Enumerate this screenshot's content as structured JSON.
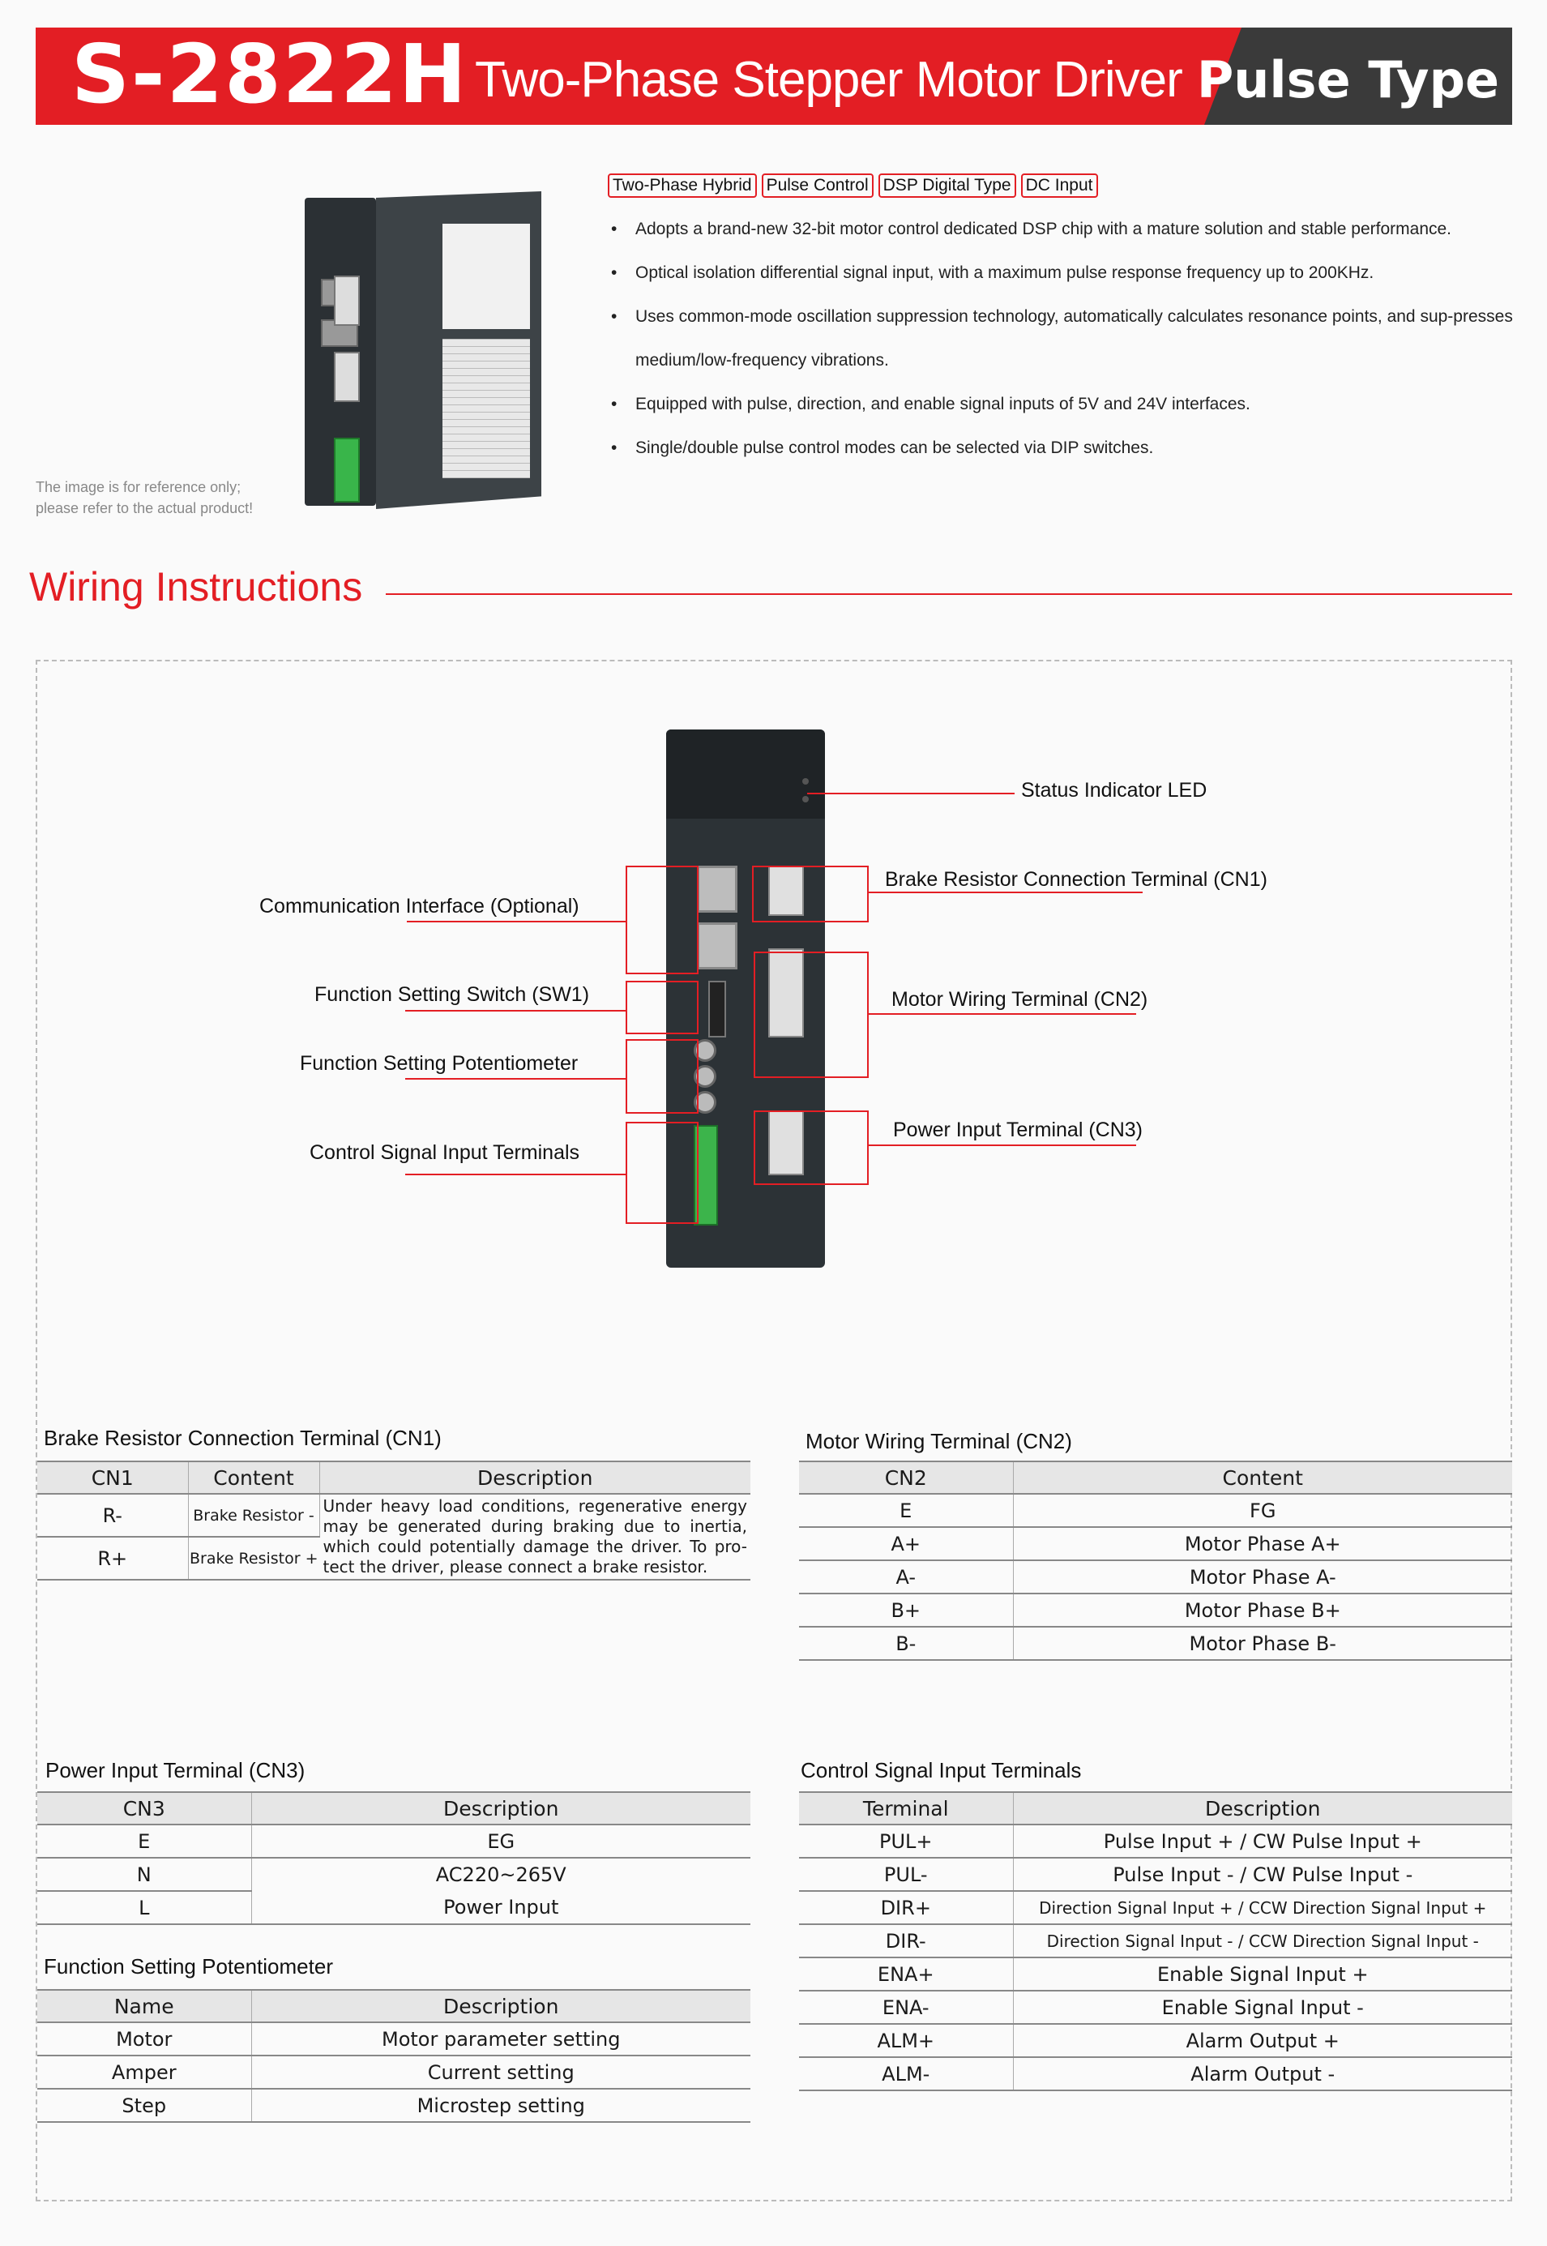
{
  "header": {
    "model": "S-2822H",
    "subtitle": "Two-Phase Stepper Motor Driver",
    "badge": "Pulse Type"
  },
  "product": {
    "note_line1": "The image is for reference only;",
    "note_line2": "please refer to the actual product!"
  },
  "tags": [
    "Two-Phase Hybrid",
    "Pulse Control",
    "DSP Digital Type",
    "DC Input"
  ],
  "features": [
    "Adopts a brand-new 32-bit motor control dedicated DSP chip with a mature solution and stable performance.",
    "Optical isolation differential signal input, with a maximum pulse response frequency up to 200KHz.",
    "Uses common-mode oscillation suppression technology, automatically calculates resonance points, and sup-presses medium/low-frequency vibrations.",
    "Equipped with pulse, direction, and enable signal inputs of 5V and 24V interfaces.",
    "Single/double pulse control modes can be selected via DIP switches."
  ],
  "wiring": {
    "title": "Wiring Instructions",
    "callouts": {
      "status_led": "Status Indicator LED",
      "comm": "Communication Interface (Optional)",
      "brake": "Brake Resistor Connection Terminal (CN1)",
      "sw1": "Function Setting Switch (SW1)",
      "motor": "Motor Wiring Terminal (CN2)",
      "pot": "Function Setting Potentiometer",
      "power": "Power Input Terminal (CN3)",
      "control": "Control Signal Input Terminals"
    }
  },
  "cn1": {
    "title": "Brake Resistor Connection Terminal (CN1)",
    "headers": [
      "CN1",
      "Content",
      "Description"
    ],
    "rows": [
      {
        "pin": "R-",
        "content": "Brake Resistor -"
      },
      {
        "pin": "R+",
        "content": "Brake Resistor +"
      }
    ],
    "description": "Under heavy load conditions, regenerative energy may be generated during braking due to inertia, which could potentially damage the driver. To pro-tect the driver, please connect a brake resistor."
  },
  "cn2": {
    "title": "Motor Wiring Terminal (CN2)",
    "headers": [
      "CN2",
      "Content"
    ],
    "rows": [
      {
        "pin": "E",
        "content": "FG"
      },
      {
        "pin": "A+",
        "content": "Motor Phase A+"
      },
      {
        "pin": "A-",
        "content": "Motor Phase A-"
      },
      {
        "pin": "B+",
        "content": "Motor Phase B+"
      },
      {
        "pin": "B-",
        "content": "Motor Phase B-"
      }
    ]
  },
  "cn3": {
    "title": "Power Input Terminal (CN3)",
    "headers": [
      "CN3",
      "Description"
    ],
    "rows": [
      {
        "pin": "E",
        "desc": "EG"
      },
      {
        "pin": "N",
        "desc": "AC220~265V"
      },
      {
        "pin": "L",
        "desc": "Power Input"
      }
    ]
  },
  "pot": {
    "title": "Function Setting Potentiometer",
    "headers": [
      "Name",
      "Description"
    ],
    "rows": [
      {
        "name": "Motor",
        "desc": "Motor parameter setting"
      },
      {
        "name": "Amper",
        "desc": "Current setting"
      },
      {
        "name": "Step",
        "desc": "Microstep setting"
      }
    ]
  },
  "ctrl": {
    "title": "Control Signal Input Terminals",
    "headers": [
      "Terminal",
      "Description"
    ],
    "rows": [
      {
        "pin": "PUL+",
        "desc": "Pulse Input + / CW Pulse Input +"
      },
      {
        "pin": "PUL-",
        "desc": "Pulse Input - / CW Pulse Input -"
      },
      {
        "pin": "DIR+",
        "desc": "Direction Signal Input + / CCW Direction Signal Input +"
      },
      {
        "pin": "DIR-",
        "desc": "Direction Signal Input - / CCW Direction Signal Input -"
      },
      {
        "pin": "ENA+",
        "desc": "Enable Signal Input +"
      },
      {
        "pin": "ENA-",
        "desc": "Enable Signal Input -"
      },
      {
        "pin": "ALM+",
        "desc": "Alarm Output +"
      },
      {
        "pin": "ALM-",
        "desc": "Alarm Output -"
      }
    ]
  }
}
